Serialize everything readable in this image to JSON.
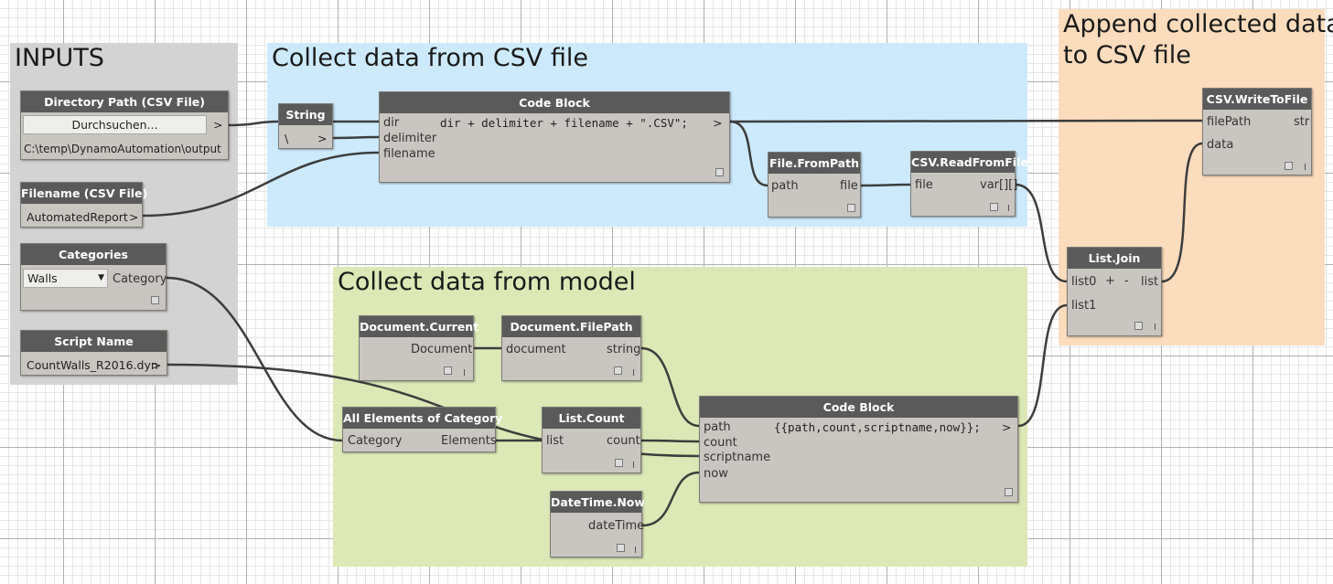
{
  "groups": {
    "inputs": {
      "title": "INPUTS",
      "color": "#d3d3d3"
    },
    "csv": {
      "title": "Collect data from CSV file",
      "color": "#cdeafd"
    },
    "model": {
      "title": "Collect data from model",
      "color": "#dce8b6"
    },
    "append": {
      "title_line1": "Append collected data",
      "title_line2": "to CSV file",
      "color": "#fbdcbd"
    }
  },
  "nodes": {
    "dirpath": {
      "title": "Directory Path (CSV File)",
      "button": "Durchsuchen...",
      "out": ">",
      "value": "C:\\temp\\DynamoAutomation\\output"
    },
    "filename": {
      "title": "Filename (CSV File)",
      "value": "AutomatedReport",
      "out": ">"
    },
    "categories": {
      "title": "Categories",
      "selected": "Walls",
      "out": "Category"
    },
    "scriptname": {
      "title": "Script Name",
      "value": "CountWalls_R2016.dyn",
      "out": ">"
    },
    "string": {
      "title": "String",
      "value": "\\",
      "out": ">"
    },
    "codeblock1": {
      "title": "Code Block",
      "inputs": [
        "dir",
        "delimiter",
        "filename"
      ],
      "code": "dir + delimiter + filename + \".CSV\";",
      "out": ">"
    },
    "frompath": {
      "title": "File.FromPath",
      "in": "path",
      "out": "file"
    },
    "readfile": {
      "title": "CSV.ReadFromFile",
      "in": "file",
      "out": "var[][]"
    },
    "listjoin": {
      "title": "List.Join",
      "in0": "list0",
      "in1": "list1",
      "plus": "+",
      "minus": "-",
      "out": "list"
    },
    "writefile": {
      "title": "CSV.WriteToFile",
      "in0": "filePath",
      "in1": "data",
      "out": "str"
    },
    "doccurrent": {
      "title": "Document.Current",
      "out": "Document"
    },
    "docfilepath": {
      "title": "Document.FilePath",
      "in": "document",
      "out": "string"
    },
    "allelements": {
      "title": "All Elements of Category",
      "in": "Category",
      "out": "Elements"
    },
    "listcount": {
      "title": "List.Count",
      "in": "list",
      "out": "count"
    },
    "datetime": {
      "title": "DateTime.Now",
      "out": "dateTime"
    },
    "codeblock2": {
      "title": "Code Block",
      "inputs": [
        "path",
        "count",
        "scriptname",
        "now"
      ],
      "code": "{{path,count,scriptname,now}};",
      "out": ">"
    }
  },
  "wire_color": "#3d3d3d"
}
